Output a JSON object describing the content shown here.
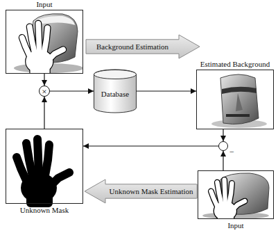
{
  "diagram": {
    "nodes": [
      {
        "text": [
          "Input"
        ]
      },
      {
        "text": [
          "Background Estimation"
        ]
      },
      {
        "text": [
          "Estimated Background"
        ]
      },
      {
        "text": [
          "×"
        ]
      },
      {
        "text": [
          "Database"
        ]
      },
      {
        "text": [
          "Unknown Mask"
        ]
      },
      {
        "text": [
          "−"
        ]
      },
      {
        "text": [
          "Unknown Mask Estimation"
        ]
      },
      {
        "text": [
          "Input"
        ]
      }
    ],
    "edges": [
      {
        "from": 0,
        "to": 3,
        "arrow": "to"
      },
      {
        "from": 5,
        "to": 3,
        "arrow": "to"
      },
      {
        "from": 3,
        "to": 4,
        "arrow": "to"
      },
      {
        "from": 4,
        "to": 2,
        "arrow": "to"
      },
      {
        "from": 2,
        "to": 6,
        "arrow": "to"
      },
      {
        "from": 8,
        "to": 6,
        "arrow": "to"
      },
      {
        "from": 6,
        "to": 5,
        "arrow": "to"
      }
    ]
  }
}
